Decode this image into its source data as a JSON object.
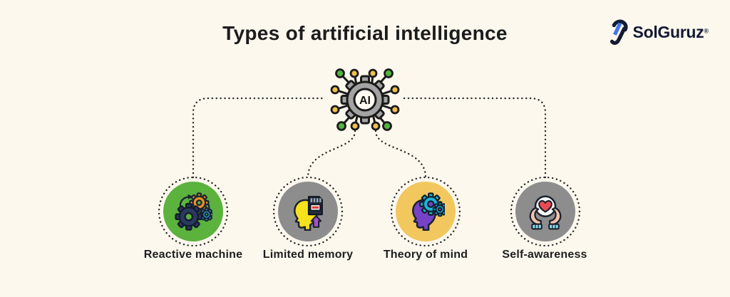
{
  "page": {
    "background": "#fdf8ee"
  },
  "title": "Types of artificial intelligence",
  "logo": {
    "text": "SolGuruz",
    "registered": "®",
    "navy": "#131a33",
    "blue": "#4076f5"
  },
  "center_icon": {
    "name": "ai-chip",
    "label": "AI",
    "gear_color": "#a3a3a3",
    "outline_color": "#1b1b1b",
    "pin_green": "#54b33e",
    "pin_yellow": "#f1bf4b"
  },
  "connector_color": "#2b2b2b",
  "nodes": [
    {
      "id": "reactive-machine",
      "label": "Reactive machine",
      "color": "#5bb23d",
      "icon": "gears-icon"
    },
    {
      "id": "limited-memory",
      "label": "Limited memory",
      "color": "#8d8d8d",
      "icon": "head-memory-icon"
    },
    {
      "id": "theory-of-mind",
      "label": "Theory of mind",
      "color": "#f1c75e",
      "icon": "head-gears-icon"
    },
    {
      "id": "self-awareness",
      "label": "Self-awareness",
      "color": "#8d8d8d",
      "icon": "hands-heart-icon"
    }
  ]
}
